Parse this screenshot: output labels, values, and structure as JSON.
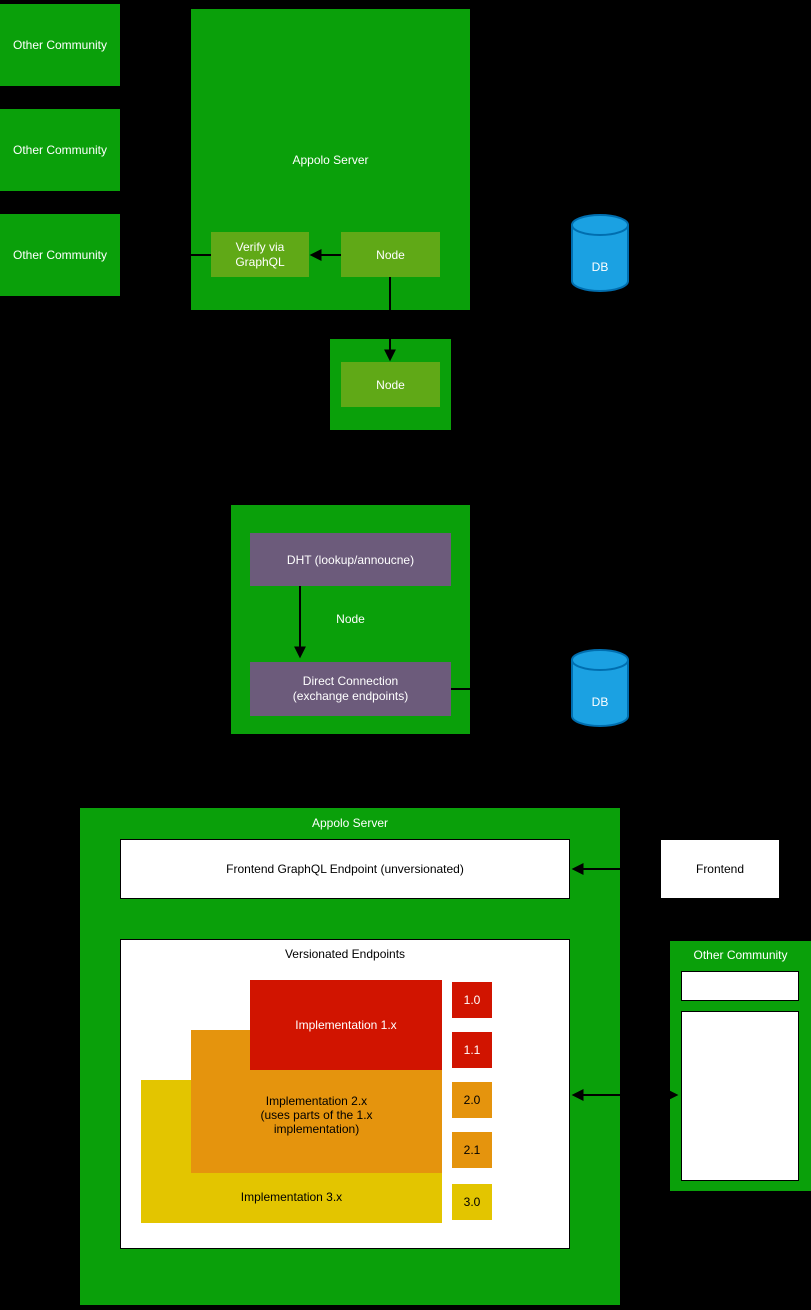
{
  "colors": {
    "background": "#000000",
    "community_green": "#0aa00a",
    "olive_green": "#60a917",
    "purple": "#6c5b7b",
    "db_blue": "#1ba1e2",
    "db_blue_stroke": "#006eaf",
    "impl_red": "#d11400",
    "impl_orange": "#e5940d",
    "impl_yellow": "#e3c500",
    "box_white": "#ffffff",
    "arrow_black": "#000000"
  },
  "top_left_communities": [
    {
      "label": "Other Community"
    },
    {
      "label": "Other Community"
    },
    {
      "label": "Other Community"
    }
  ],
  "appolo_top": {
    "title": "Appolo Server",
    "verify_label": "Verify via\nGraphQL",
    "node_label": "Node"
  },
  "node_group": {
    "node_label": "Node"
  },
  "db_top": {
    "label": "DB"
  },
  "db_middle": {
    "label": "DB"
  },
  "dht_group": {
    "dht_label": "DHT (lookup/annoucne)",
    "node_label": "Node",
    "direct_connection_label": "Direct Connection\n(exchange endpoints)"
  },
  "appolo_bottom": {
    "title": "Appolo Server",
    "frontend_endpoint_label": "Frontend GraphQL Endpoint (unversionated)",
    "versionated": {
      "title": "Versionated Endpoints",
      "impl_1_label": "Implementation 1.x",
      "impl_2_label": "Implementation 2.x\n(uses parts of the 1.x\nimplementation)",
      "impl_3_label": "Implementation 3.x",
      "versions": [
        {
          "label": "1.0"
        },
        {
          "label": "1.1"
        },
        {
          "label": "2.0"
        },
        {
          "label": "2.1"
        },
        {
          "label": "3.0"
        }
      ]
    }
  },
  "frontend": {
    "label": "Frontend"
  },
  "other_community_right": {
    "title": "Other Community"
  }
}
